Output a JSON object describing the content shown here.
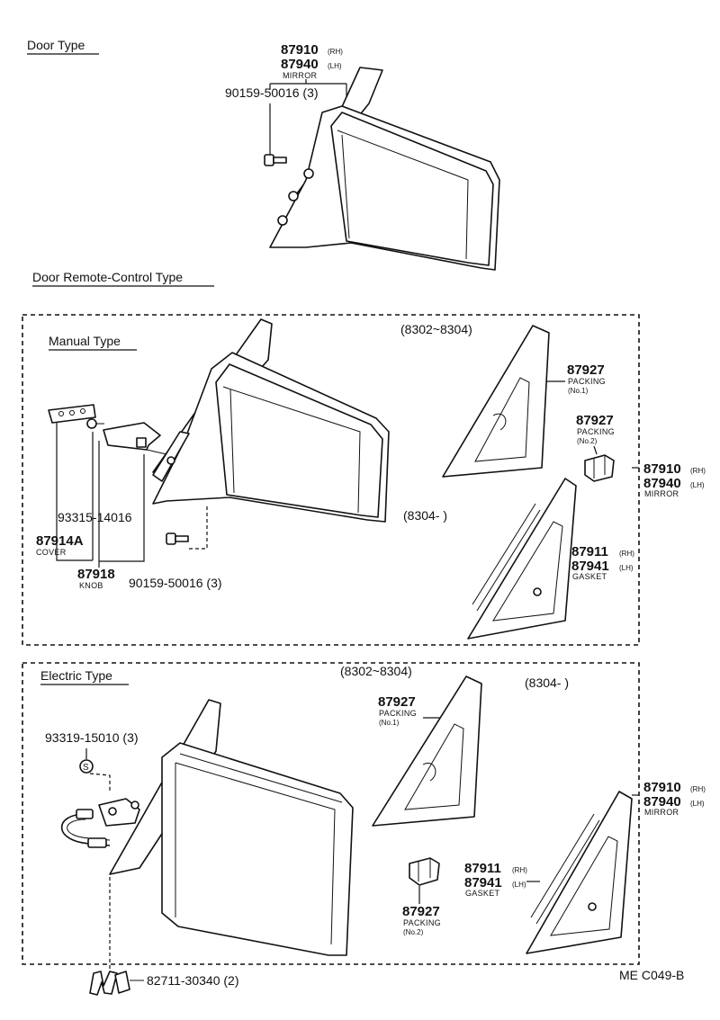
{
  "sections": {
    "door_type": "Door Type",
    "remote_control_type": "Door Remote-Control Type",
    "manual_type": "Manual Type",
    "electric_type": "Electric Type"
  },
  "door_type": {
    "mirror_rh": "87910",
    "mirror_rh_suffix": "(RH)",
    "mirror_lh": "87940",
    "mirror_lh_suffix": "(LH)",
    "mirror_label": "MIRROR",
    "screw": "90159-50016 (3)"
  },
  "manual_type": {
    "date_range_1": "(8302~8304)",
    "date_range_2": "(8304-        )",
    "packing1_pn": "87927",
    "packing1_label": "PACKING",
    "packing1_no": "(No.1)",
    "packing2_pn": "87927",
    "packing2_label": "PACKING",
    "packing2_no": "(No.2)",
    "mirror_rh": "87910",
    "mirror_rh_suffix": "(RH)",
    "mirror_lh": "87940",
    "mirror_lh_suffix": "(LH)",
    "mirror_label": "MIRROR",
    "gasket_rh": "87911",
    "gasket_rh_suffix": "(RH)",
    "gasket_lh": "87941",
    "gasket_lh_suffix": "(LH)",
    "gasket_label": "GASKET",
    "screw_knob": "93315-14016",
    "cover_pn": "87914A",
    "cover_label": "COVER",
    "knob_pn": "87918",
    "knob_label": "KNOB",
    "screw": "90159-50016 (3)"
  },
  "electric_type": {
    "date_range_1": "(8302~8304)",
    "date_range_2": "(8304-        )",
    "nut": "93319-15010 (3)",
    "packing1_pn": "87927",
    "packing1_label": "PACKING",
    "packing1_no": "(No.1)",
    "packing2_pn": "87927",
    "packing2_label": "PACKING",
    "packing2_no": "(No.2)",
    "mirror_rh": "87910",
    "mirror_rh_suffix": "(RH)",
    "mirror_lh": "87940",
    "mirror_lh_suffix": "(LH)",
    "mirror_label": "MIRROR",
    "gasket_rh": "87911",
    "gasket_rh_suffix": "(RH)",
    "gasket_lh": "87941",
    "gasket_lh_suffix": "(LH)",
    "gasket_label": "GASKET",
    "clip": "82711-30340 (2)"
  },
  "figure_code": "ME C049-B"
}
